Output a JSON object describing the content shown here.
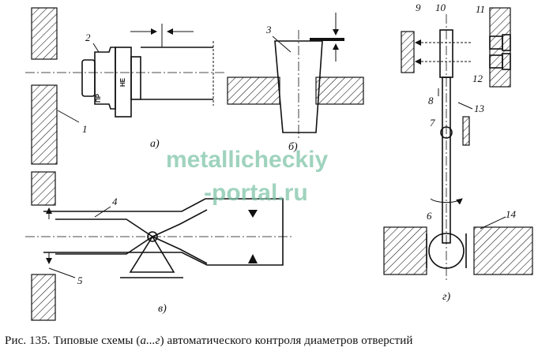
{
  "diagram": {
    "labels": {
      "n1": "1",
      "n2": "2",
      "n3": "3",
      "n4": "4",
      "n5": "5",
      "n6": "6",
      "n7": "7",
      "n8": "8",
      "n9": "9",
      "n10": "10",
      "n11": "11",
      "n12": "12",
      "n13": "13",
      "n14": "14"
    },
    "gauge_text": {
      "go": "ПР",
      "no_go": "НЕ"
    },
    "subfigures": {
      "a": "а)",
      "b": "б)",
      "v": "в)",
      "g": "г)"
    }
  },
  "watermark": {
    "line1": "metallicheckiy",
    "line2": "-portal.ru"
  },
  "caption": {
    "prefix": "Рис. 135. Типовые схемы (",
    "range": "а...г",
    "suffix": ") автоматического контроля диаметров отверстий"
  }
}
